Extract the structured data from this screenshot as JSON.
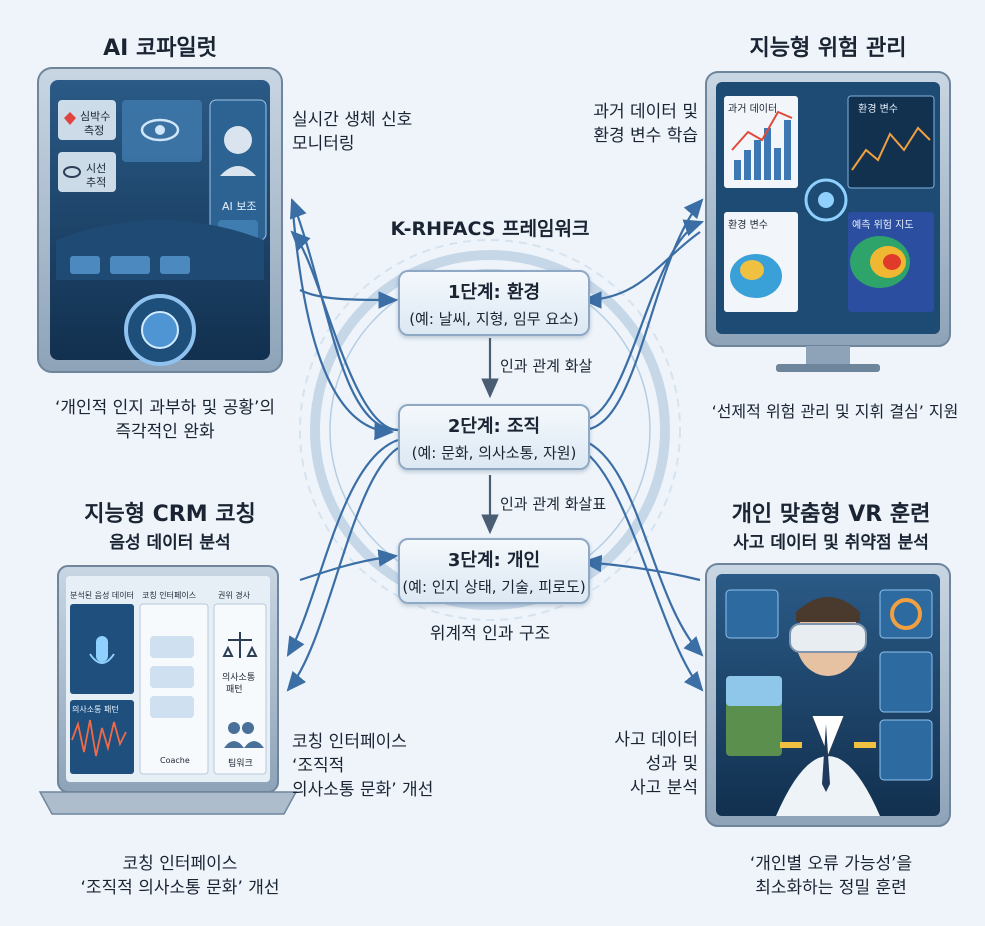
{
  "framework": {
    "title": "K-RHFACS 프레임워크",
    "stages": [
      {
        "title": "1단계: 환경",
        "example": "(예: 날씨, 지형, 임무 요소)"
      },
      {
        "title": "2단계: 조직",
        "example": "(예: 문화, 의사소통, 자원)"
      },
      {
        "title": "3단계: 개인",
        "example": "(예: 인지 상태, 기술, 피로도)"
      }
    ],
    "arrow_label_1": "인과 관계 화살",
    "arrow_label_2": "인과 관계 화살표",
    "structure_label": "위계적 인과 구조"
  },
  "copilot": {
    "title": "AI 코파일럿",
    "callout": [
      "실시간 생체 신호",
      "모니터링"
    ],
    "screen": {
      "heart_label": [
        "심박수",
        "측정"
      ],
      "eye_label": [
        "시선",
        "추적"
      ],
      "assist_label": "AI 보조"
    },
    "caption": [
      "‘개인적 인지 과부하 및 공황’의",
      "즉각적인 완화"
    ]
  },
  "risk": {
    "title": "지능형 위험 관리",
    "callout": [
      "과거 데이터 및",
      "환경 변수 학습"
    ],
    "screen": {
      "past_data": "과거 데이터",
      "env_var_1": "환경 변수",
      "env_var_2": "환경 변수",
      "risk_map": "예측 위험 지도"
    },
    "caption": "‘선제적 위험 관리 및 지휘 결심’ 지원"
  },
  "crm": {
    "title": "지능형 CRM 코칭",
    "subtitle": "음성 데이터 분석",
    "screen": {
      "voice_data": "분석된 음성 데이터",
      "coach_ui": "코칭 인터페이스",
      "auth_check": "권위 경사",
      "comm_pattern_1": "의사소통 패턴",
      "comm_pattern_2": [
        "의사소통",
        "패턴"
      ],
      "teamwork": "팀워크",
      "coach_btn": "Coache"
    },
    "callout": [
      "코칭 인터페이스",
      "‘조직적",
      "의사소통 문화’ 개선"
    ],
    "caption": [
      "코칭 인터페이스",
      "‘조직적 의사소통 문화’ 개선"
    ]
  },
  "vr": {
    "title": "개인 맞춤형 VR 훈련",
    "subtitle": "사고 데이터 및 취약점 분석",
    "callout": [
      "사고 데이터",
      "성과 및",
      "사고 분석"
    ],
    "caption": [
      "‘개인별 오류 가능성’을",
      "최소화하는 정밀 훈련"
    ]
  }
}
